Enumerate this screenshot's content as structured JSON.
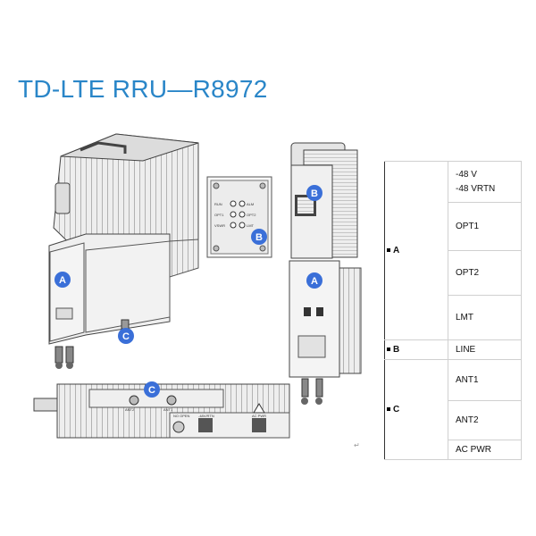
{
  "title": "TD-LTE RRU—R8972",
  "callouts": {
    "a": "A",
    "b": "B",
    "c": "C"
  },
  "port_labels": {
    "run": "RUN",
    "alm": "ALM",
    "opt1": "OPT1",
    "opt2": "OPT2",
    "vswr": "VSWR",
    "lmt": "LMT",
    "ant2": "ANT2",
    "ant1": "ANT1",
    "no_open": "NO OPEN",
    "line": "-48V/RTN",
    "ac_pwr": "AC PWR"
  },
  "table": {
    "groups": [
      {
        "label": "A",
        "signals": [
          [
            "-48 V",
            "-48 VRTN"
          ],
          [
            "OPT1"
          ],
          [
            "OPT2"
          ],
          [
            "LMT"
          ]
        ]
      },
      {
        "label": "B",
        "signals": [
          [
            "LINE"
          ]
        ]
      },
      {
        "label": "C",
        "signals": [
          [
            "ANT1"
          ],
          [
            "ANT2"
          ],
          [
            "AC PWR"
          ]
        ]
      }
    ]
  },
  "return_mark": "↵",
  "colors": {
    "title": "#2a86c8",
    "badge": "#3a6fd8",
    "line": "#555555",
    "fill": "#e9e9e9"
  }
}
